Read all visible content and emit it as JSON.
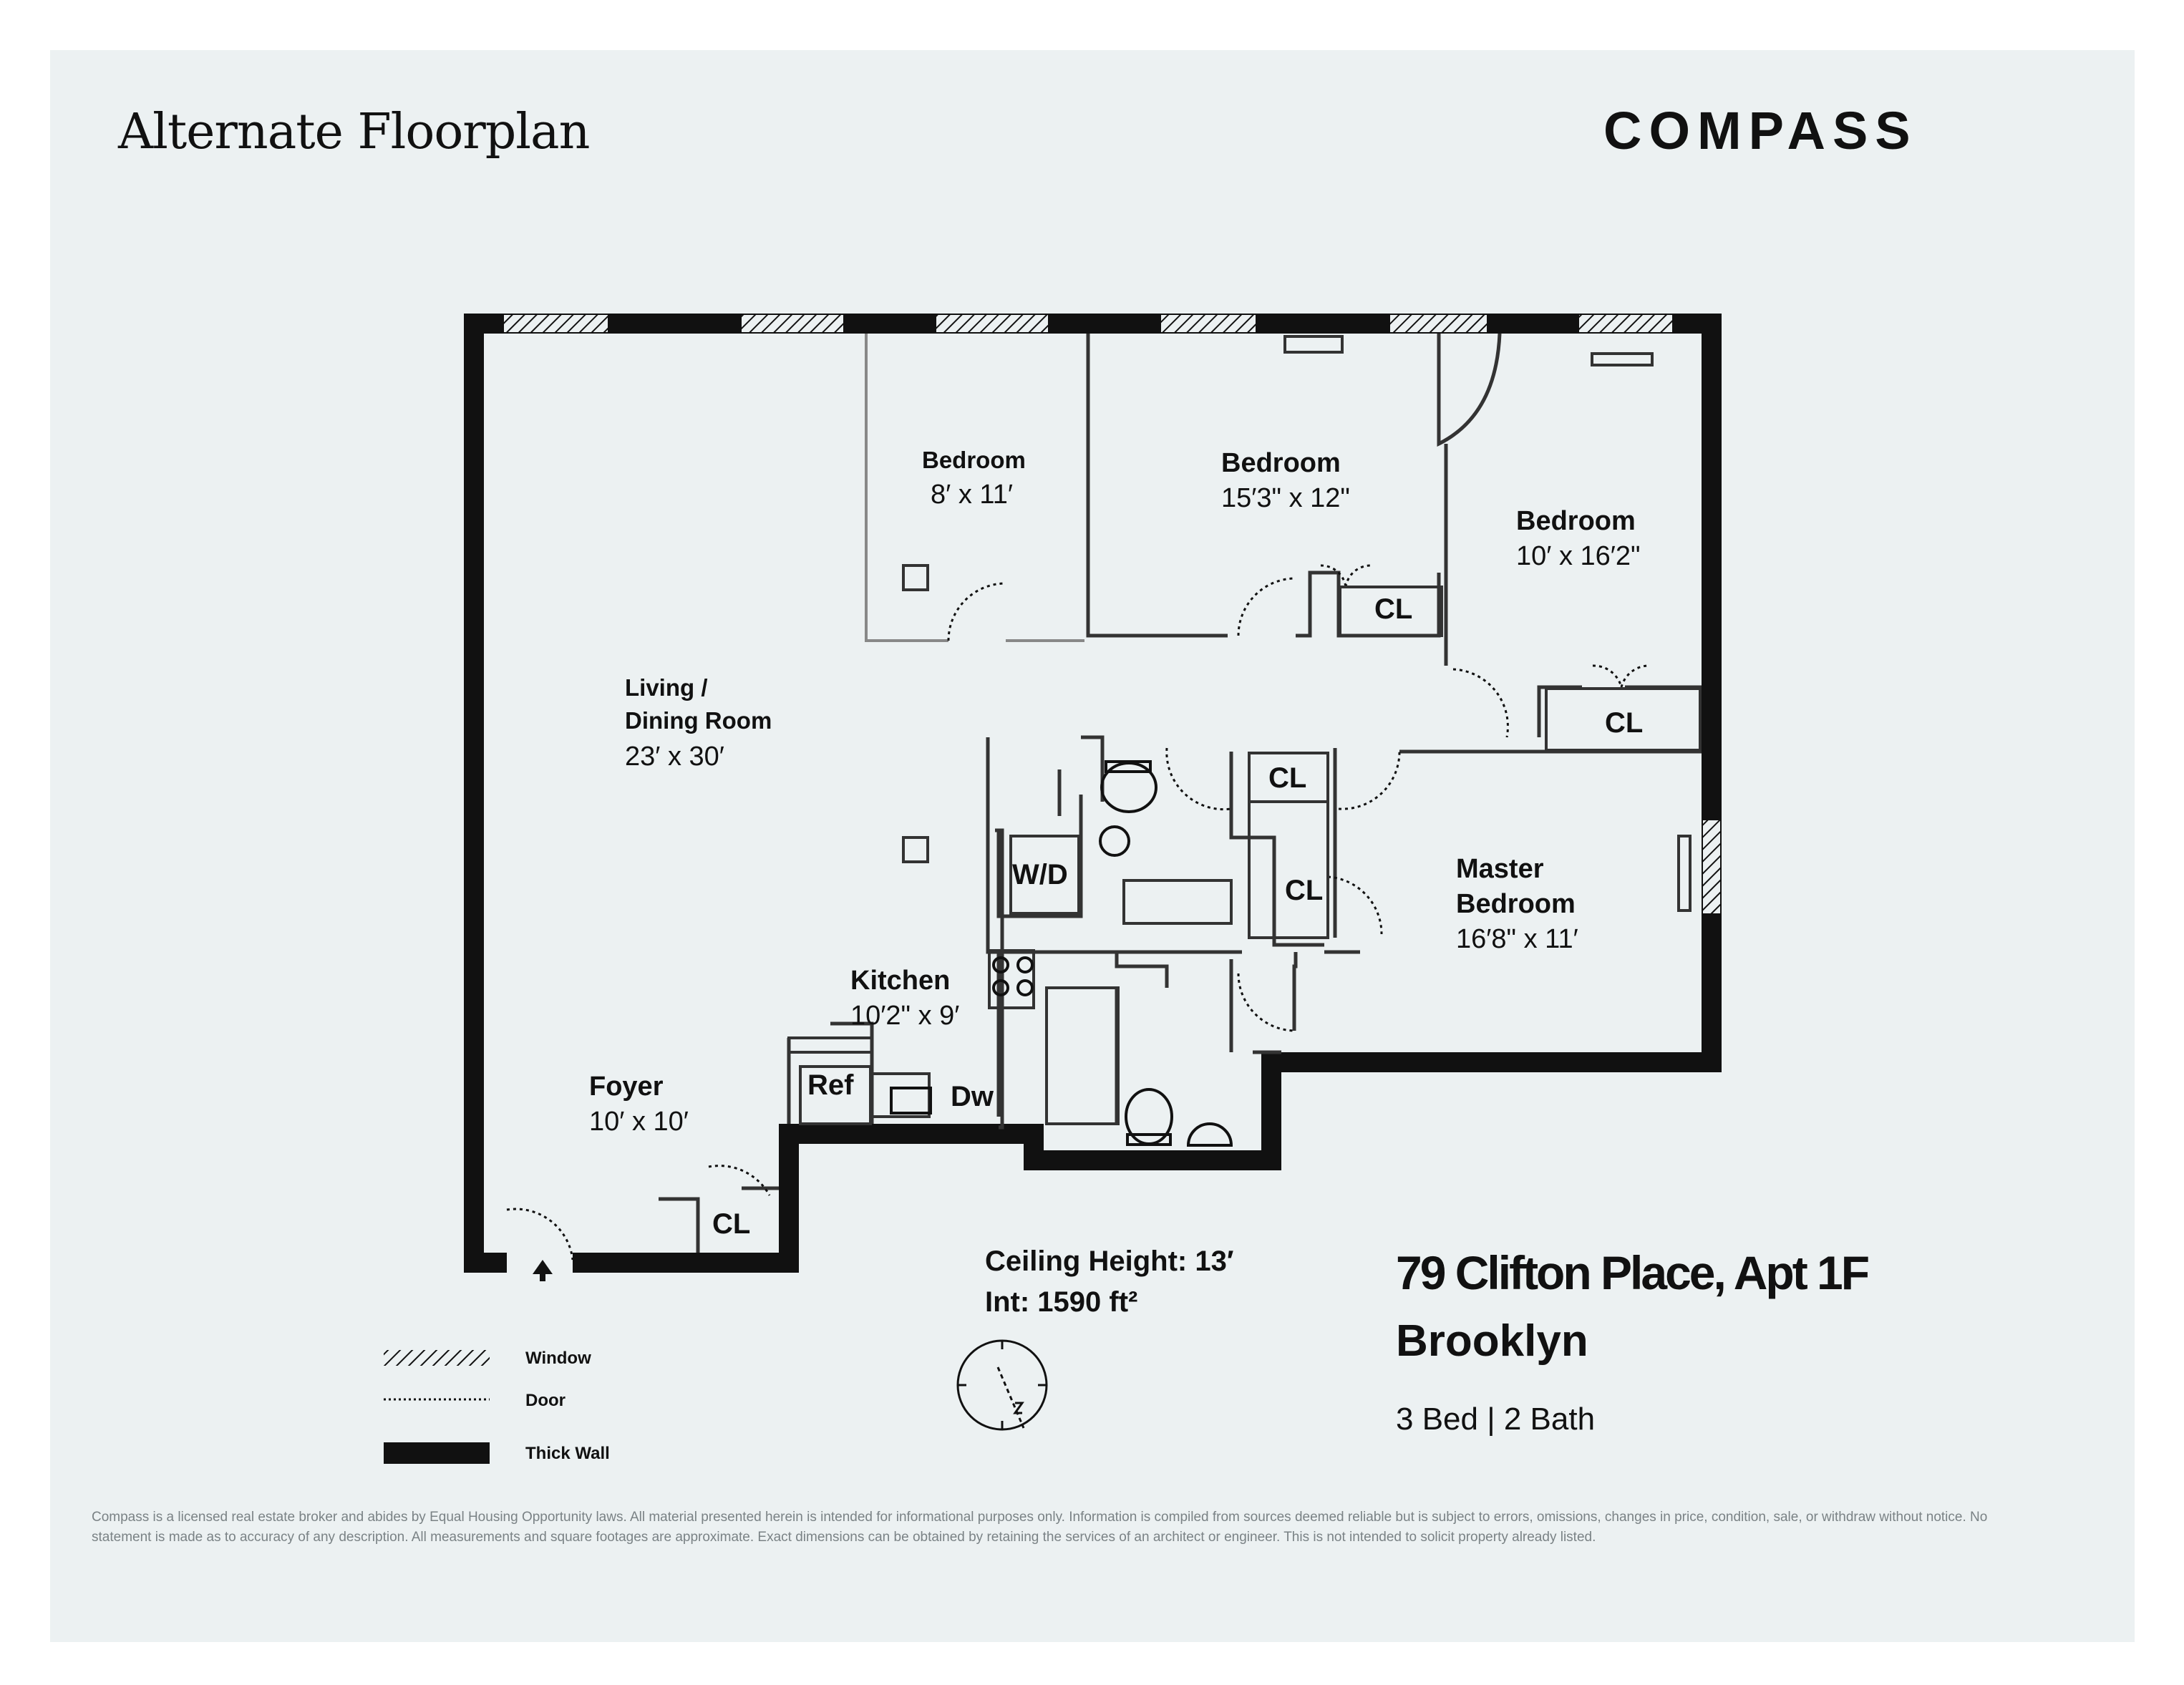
{
  "header": {
    "title": "Alternate Floorplan",
    "brand": "COMPASS"
  },
  "rooms": {
    "bedroom_small": {
      "name": "Bedroom",
      "dims": "8′ x 11′"
    },
    "bedroom_mid": {
      "name": "Bedroom",
      "dims": "15′3\" x 12\""
    },
    "bedroom_right": {
      "name": "Bedroom",
      "dims": "10′ x 16′2\""
    },
    "living": {
      "name_line1": "Living /",
      "name_line2": "Dining Room",
      "dims": "23′ x 30′"
    },
    "kitchen": {
      "name": "Kitchen",
      "dims": "10′2\" x 9′"
    },
    "foyer": {
      "name": "Foyer",
      "dims": "10′ x 10′"
    },
    "master": {
      "name_line1": "Master",
      "name_line2": "Bedroom",
      "dims": "16′8\" x 11′"
    }
  },
  "fixtures": {
    "closet": "CL",
    "washer_dryer": "W/D",
    "refrigerator": "Ref",
    "dishwasher": "Dw"
  },
  "specs": {
    "ceiling": "Ceiling Height: 13′",
    "interior": "Int: 1590 ft²"
  },
  "legend": [
    {
      "label": "Window",
      "style": "hatched"
    },
    {
      "label": "Door",
      "style": "dotted"
    },
    {
      "label": "Thick Wall",
      "style": "solid"
    }
  ],
  "listing": {
    "address": "79 Clifton Place, Apt 1F",
    "borough": "Brooklyn",
    "summary": "3 Bed | 2 Bath"
  },
  "disclaimer": "Compass is a licensed real estate broker and abides by Equal Housing Opportunity laws. All material presented herein is intended for informational purposes only. Information is compiled from sources deemed reliable but is subject to errors, omissions, changes in price, condition, sale, or withdraw without notice. No statement is made as to accuracy of any description. All measurements and square footages are approximate. Exact dimensions can be obtained by retaining the services of an architect or engineer. This is not intended to solicit property already listed.",
  "colors": {
    "background": "#ecf1f2",
    "wall": "#111111",
    "thin_wall": "#555555",
    "disclaimer": "#7a8285"
  }
}
